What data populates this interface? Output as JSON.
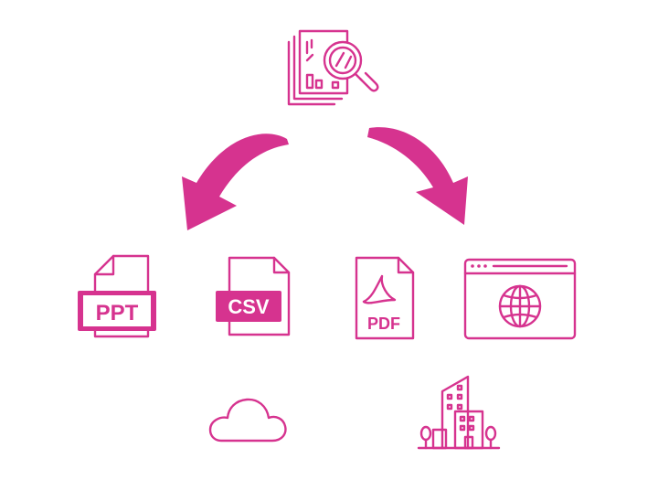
{
  "colors": {
    "accent": "#d6338f",
    "background": "#ffffff"
  },
  "icons": {
    "source": "document-analysis-icon",
    "ppt": "ppt-file-icon",
    "csv": "csv-file-icon",
    "pdf": "pdf-file-icon",
    "web": "web-browser-icon",
    "cloud": "cloud-icon",
    "building": "office-building-icon"
  },
  "labels": {
    "ppt": "PPT",
    "csv": "CSV",
    "pdf": "PDF"
  }
}
